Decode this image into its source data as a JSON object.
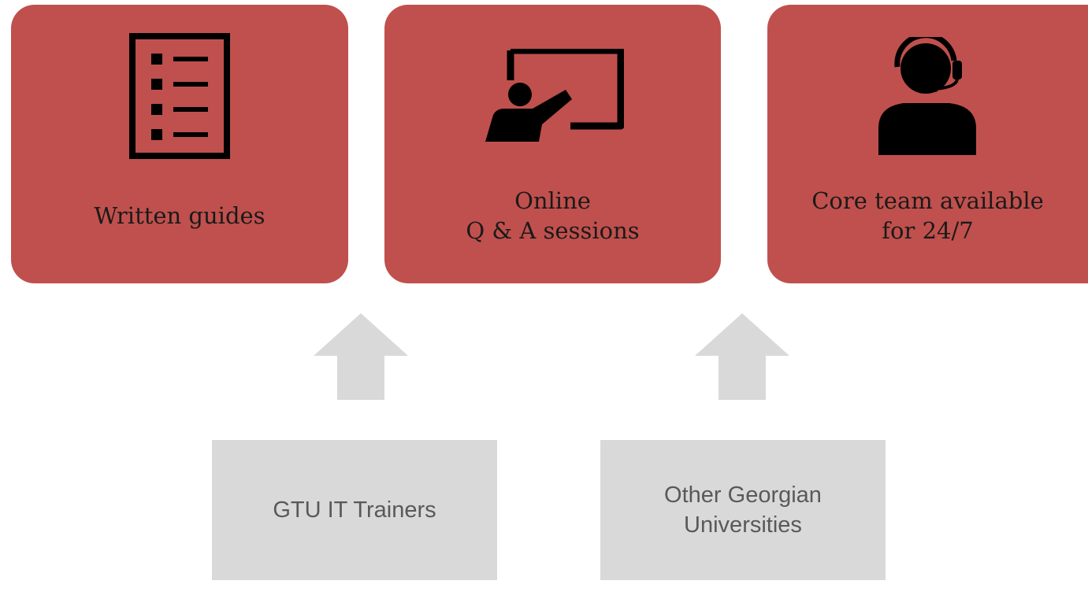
{
  "colors": {
    "card_fill": "#c0504d",
    "source_fill": "#d9d9d9",
    "arrow_fill": "#d9d9d9",
    "card_text": "#1a1a1a",
    "source_text": "#595959"
  },
  "cards": [
    {
      "icon": "checklist-icon",
      "label": "Written guides"
    },
    {
      "icon": "presentation-icon",
      "label": "Online\nQ & A sessions"
    },
    {
      "icon": "headset-support-icon",
      "label": "Core team available\nfor 24/7"
    }
  ],
  "arrows": [
    {
      "icon": "up-arrow-icon"
    },
    {
      "icon": "up-arrow-icon"
    }
  ],
  "sources": [
    {
      "label": "GTU IT Trainers"
    },
    {
      "label": "Other Georgian\nUniversities"
    }
  ]
}
